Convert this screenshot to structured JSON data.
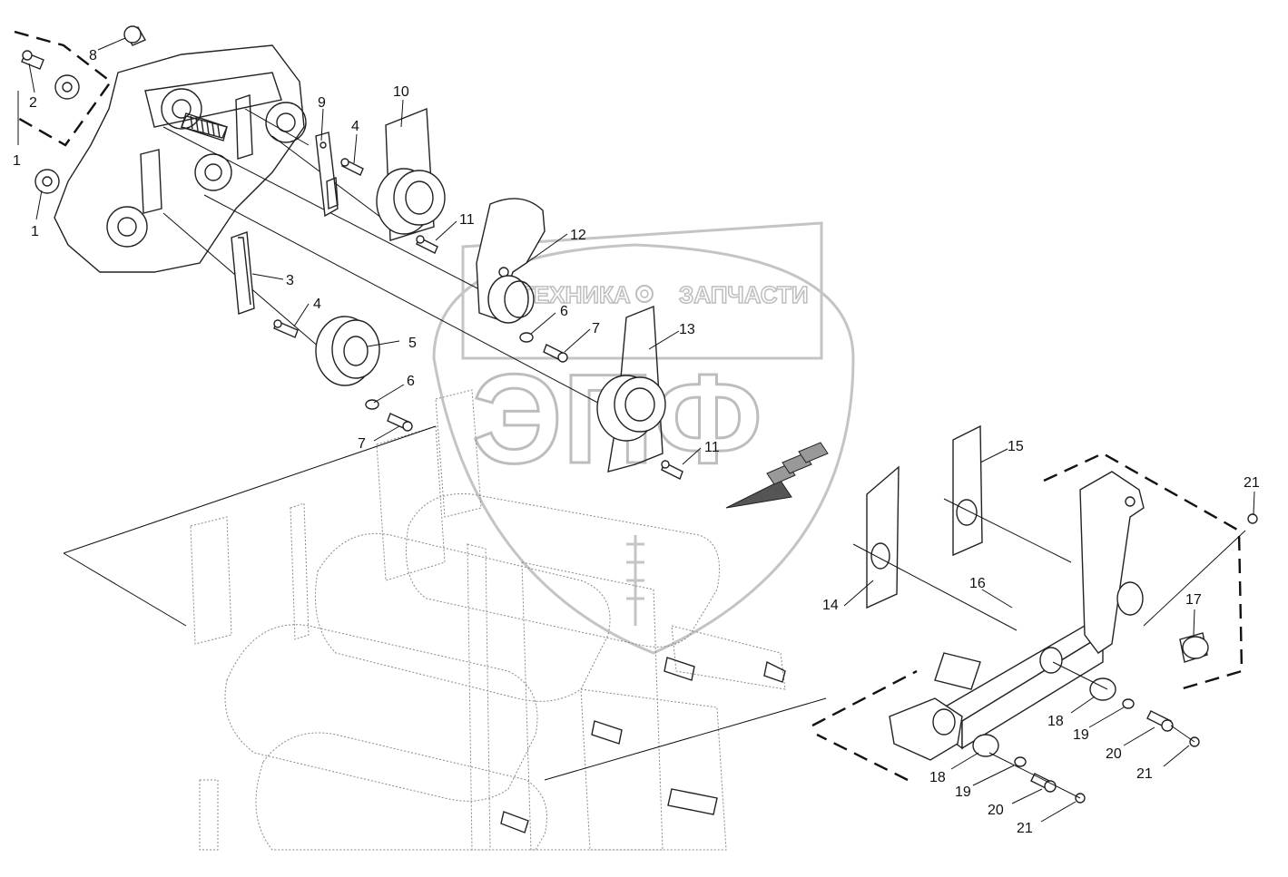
{
  "watermark": {
    "brand_left": "ТЕХНИКА",
    "brand_right": "ЗАПЧАСТИ",
    "logo": "ЭПФ",
    "color": "#c4c4c4"
  },
  "callouts": [
    {
      "id": "c1a",
      "text": "1"
    },
    {
      "id": "c1b",
      "text": "1"
    },
    {
      "id": "c2",
      "text": "2"
    },
    {
      "id": "c3",
      "text": "3"
    },
    {
      "id": "c4a",
      "text": "4"
    },
    {
      "id": "c4b",
      "text": "4"
    },
    {
      "id": "c5",
      "text": "5"
    },
    {
      "id": "c6a",
      "text": "6"
    },
    {
      "id": "c6b",
      "text": "6"
    },
    {
      "id": "c7a",
      "text": "7"
    },
    {
      "id": "c7b",
      "text": "7"
    },
    {
      "id": "c8",
      "text": "8"
    },
    {
      "id": "c9",
      "text": "9"
    },
    {
      "id": "c10",
      "text": "10"
    },
    {
      "id": "c11a",
      "text": "11"
    },
    {
      "id": "c11b",
      "text": "11"
    },
    {
      "id": "c12",
      "text": "12"
    },
    {
      "id": "c13",
      "text": "13"
    },
    {
      "id": "c14",
      "text": "14"
    },
    {
      "id": "c15",
      "text": "15"
    },
    {
      "id": "c16",
      "text": "16"
    },
    {
      "id": "c17",
      "text": "17"
    },
    {
      "id": "c18a",
      "text": "18"
    },
    {
      "id": "c18b",
      "text": "18"
    },
    {
      "id": "c19a",
      "text": "19"
    },
    {
      "id": "c19b",
      "text": "19"
    },
    {
      "id": "c20a",
      "text": "20"
    },
    {
      "id": "c20b",
      "text": "20"
    },
    {
      "id": "c21a",
      "text": "21"
    },
    {
      "id": "c21b",
      "text": "21"
    },
    {
      "id": "c21c",
      "text": "21"
    }
  ]
}
